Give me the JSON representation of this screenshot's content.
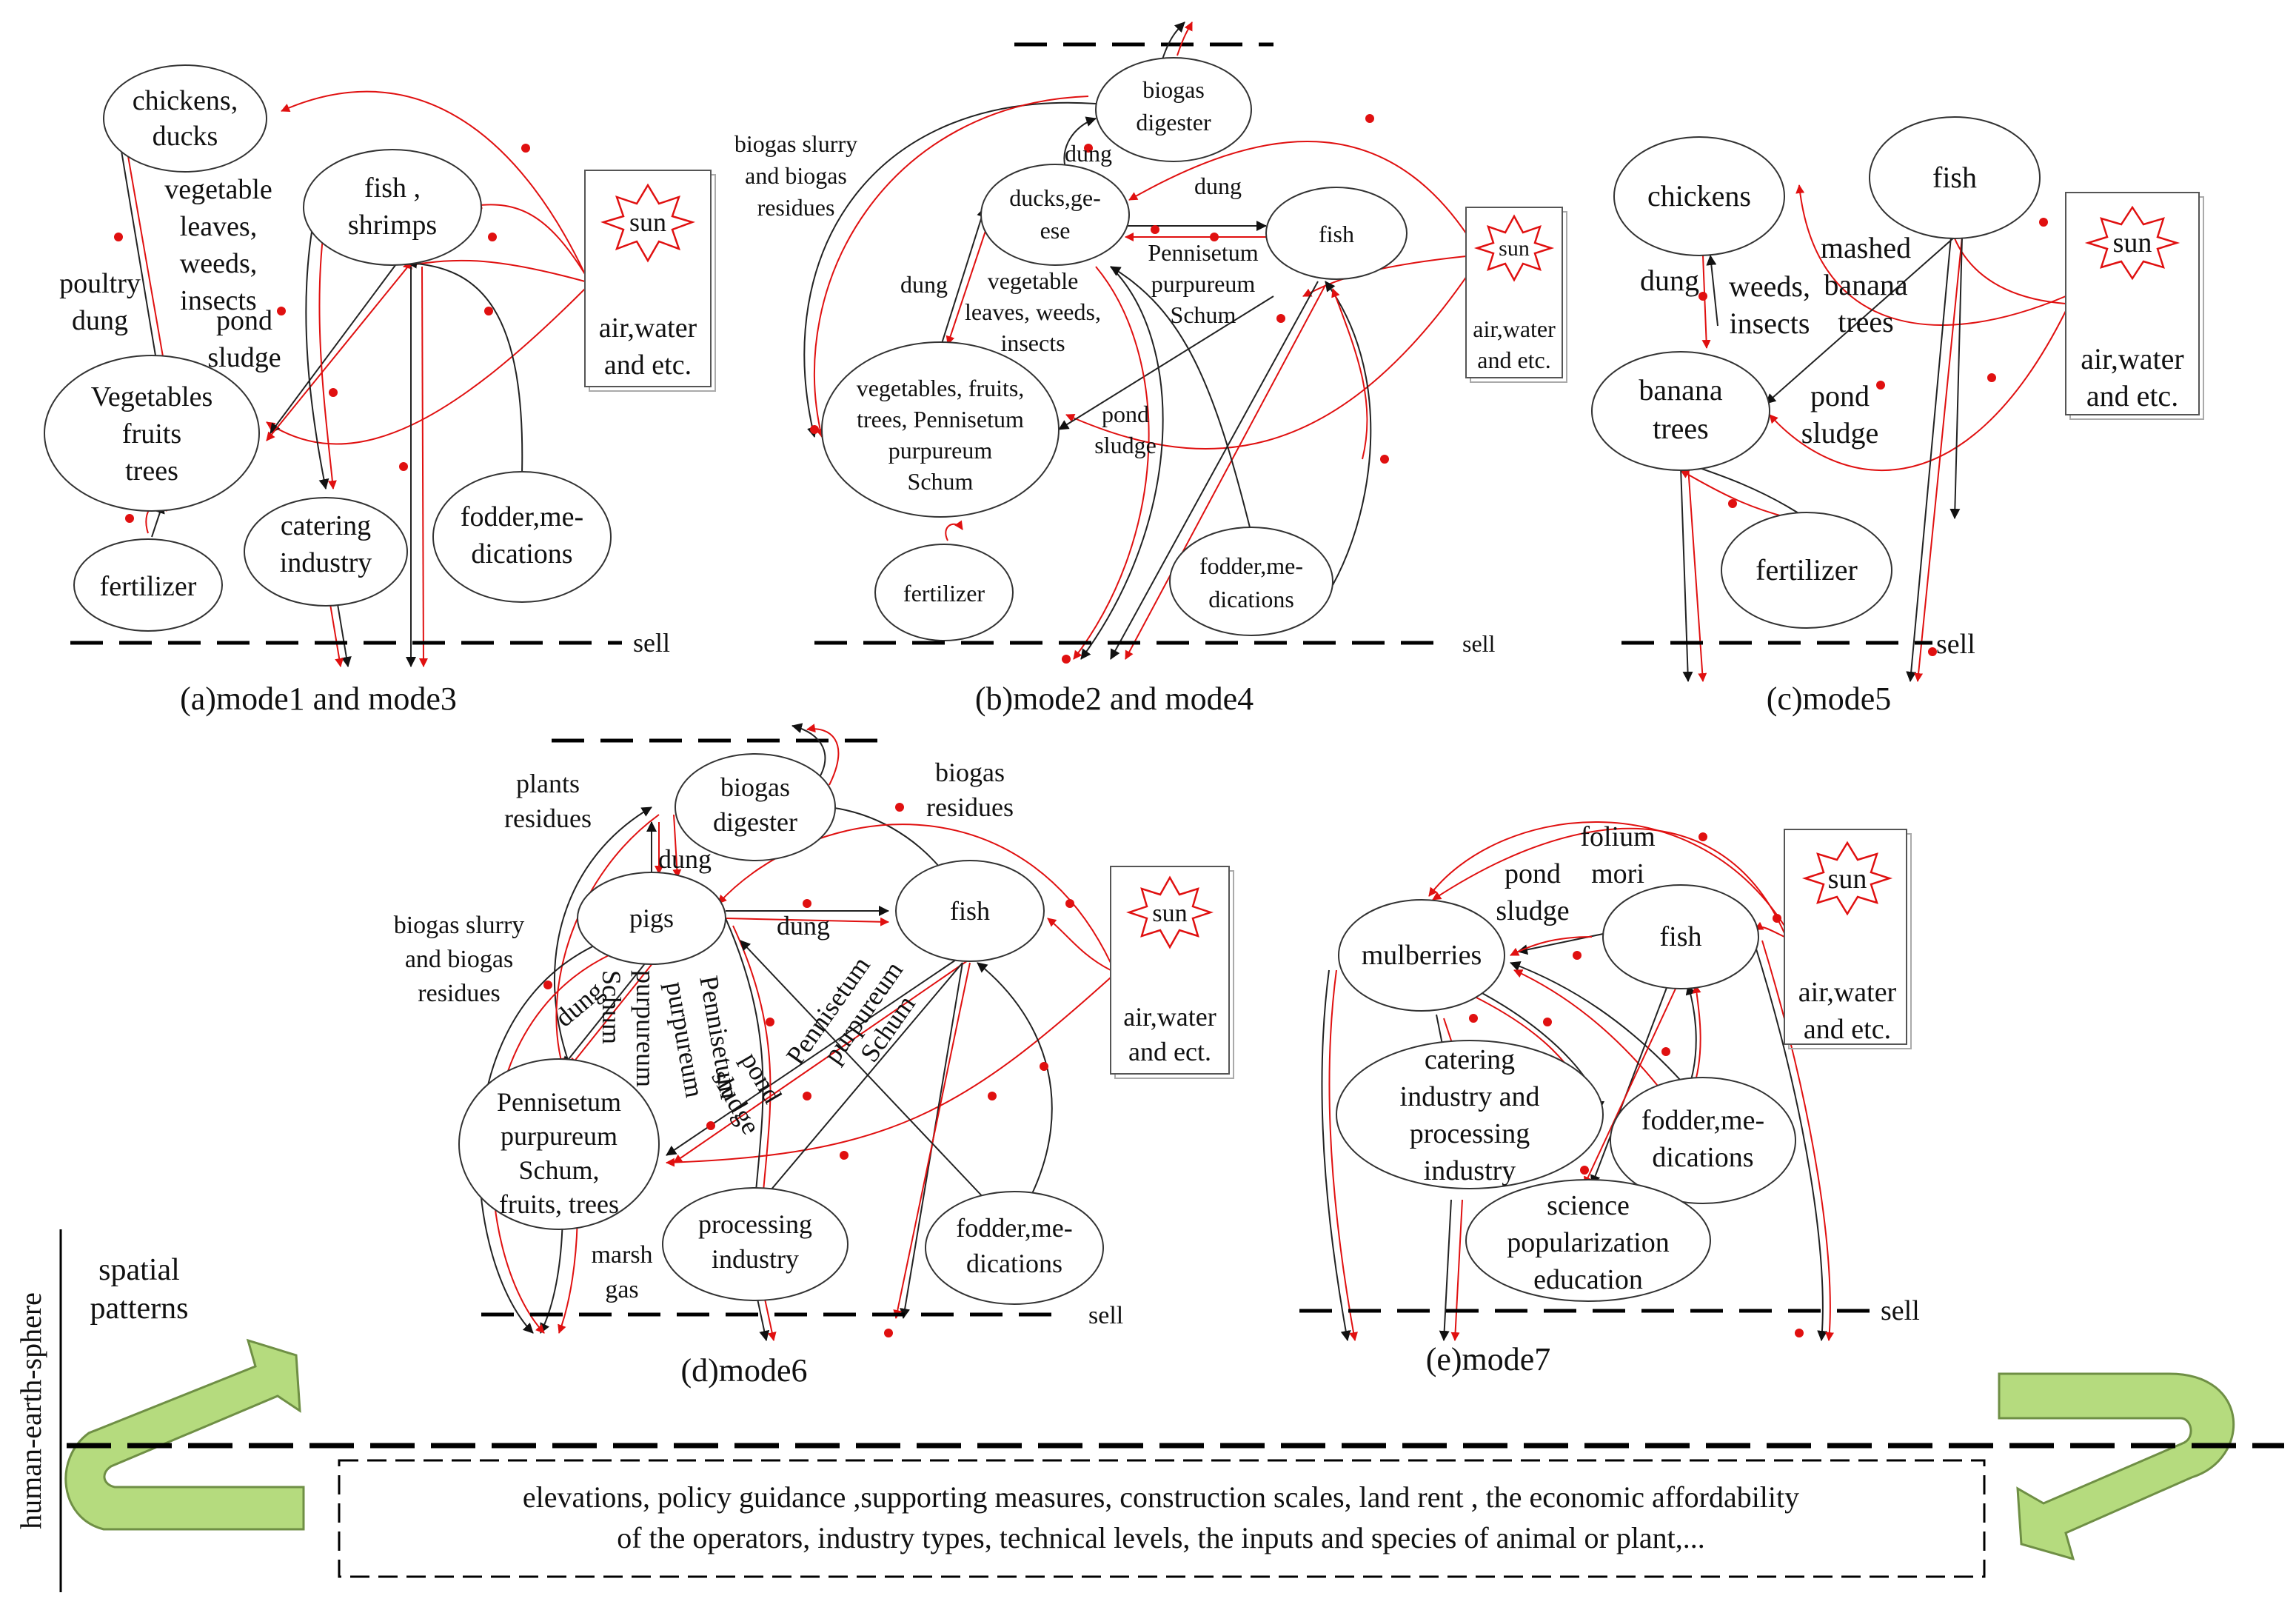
{
  "panels": [
    {
      "id": "a",
      "caption": "(a)mode1 and mode3",
      "nodes": [
        {
          "key": "chickens",
          "lines": [
            "chickens,",
            "ducks"
          ]
        },
        {
          "key": "fish",
          "lines": [
            "fish ,",
            "shrimps"
          ]
        },
        {
          "key": "veg",
          "lines": [
            "Vegetables",
            "fruits",
            "trees"
          ]
        },
        {
          "key": "fertilizer",
          "lines": [
            "fertilizer"
          ]
        },
        {
          "key": "catering",
          "lines": [
            "catering",
            "industry"
          ]
        },
        {
          "key": "fodder",
          "lines": [
            "fodder,me-",
            "dications"
          ]
        }
      ],
      "sun_box": {
        "sun": "sun",
        "lines": [
          "air,water",
          "and etc."
        ]
      },
      "labels": [
        {
          "key": "vegleaves",
          "lines": [
            "vegetable",
            "leaves,",
            "weeds,",
            "insects"
          ]
        },
        {
          "key": "poultry",
          "lines": [
            "poultry",
            "dung"
          ]
        },
        {
          "key": "pond",
          "lines": [
            "pond",
            "sludge"
          ]
        }
      ],
      "sell": "sell"
    },
    {
      "id": "b",
      "caption": "(b)mode2 and mode4",
      "nodes": [
        {
          "key": "biogas",
          "lines": [
            "biogas",
            "digester"
          ]
        },
        {
          "key": "ducks",
          "lines": [
            "ducks,ge-",
            "ese"
          ]
        },
        {
          "key": "fish",
          "lines": [
            "fish"
          ]
        },
        {
          "key": "veg",
          "lines": [
            "vegetables, fruits,",
            "trees, Pennisetum",
            "purpureum",
            "Schum"
          ]
        },
        {
          "key": "fertilizer",
          "lines": [
            "fertilizer"
          ]
        },
        {
          "key": "fodder",
          "lines": [
            "fodder,me-",
            "dications"
          ]
        }
      ],
      "sun_box": {
        "sun": "sun",
        "lines": [
          "air,water",
          "and etc."
        ]
      },
      "labels": [
        {
          "key": "slurry",
          "lines": [
            "biogas slurry",
            "and biogas",
            "residues"
          ]
        },
        {
          "key": "dung1",
          "lines": [
            "dung"
          ]
        },
        {
          "key": "dung2",
          "lines": [
            "dung"
          ]
        },
        {
          "key": "dung3",
          "lines": [
            "dung"
          ]
        },
        {
          "key": "vegleaves",
          "lines": [
            "vegetable",
            "leaves, weeds,",
            "insects"
          ]
        },
        {
          "key": "penn",
          "lines": [
            "Pennisetum",
            "purpureum",
            "Schum"
          ]
        },
        {
          "key": "pond",
          "lines": [
            "pond",
            "sludge"
          ]
        }
      ],
      "sell": "sell"
    },
    {
      "id": "c",
      "caption": "(c)mode5",
      "nodes": [
        {
          "key": "chickens",
          "lines": [
            "chickens"
          ]
        },
        {
          "key": "fish",
          "lines": [
            "fish"
          ]
        },
        {
          "key": "banana",
          "lines": [
            "banana",
            "trees"
          ]
        },
        {
          "key": "fertilizer",
          "lines": [
            "fertilizer"
          ]
        }
      ],
      "sun_box": {
        "sun": "sun",
        "lines": [
          "air,water",
          "and etc."
        ]
      },
      "labels": [
        {
          "key": "dung",
          "lines": [
            "dung"
          ]
        },
        {
          "key": "weeds",
          "lines": [
            "weeds,",
            "insects"
          ]
        },
        {
          "key": "mashed",
          "lines": [
            "mashed",
            "banana",
            "trees"
          ]
        },
        {
          "key": "pond",
          "lines": [
            "pond",
            "sludge"
          ]
        }
      ],
      "sell": "sell"
    },
    {
      "id": "d",
      "caption": "(d)mode6",
      "nodes": [
        {
          "key": "biogas",
          "lines": [
            "biogas",
            "digester"
          ]
        },
        {
          "key": "pigs",
          "lines": [
            "pigs"
          ]
        },
        {
          "key": "fish",
          "lines": [
            "fish"
          ]
        },
        {
          "key": "penn",
          "lines": [
            "Pennisetum",
            "purpureum",
            "Schum,",
            "fruits, trees"
          ]
        },
        {
          "key": "processing",
          "lines": [
            "processing",
            "industry"
          ]
        },
        {
          "key": "fodder",
          "lines": [
            "fodder,me-",
            "dications"
          ]
        }
      ],
      "sun_box": {
        "sun": "sun",
        "lines": [
          "air,water",
          "and ect."
        ]
      },
      "labels": [
        {
          "key": "plants",
          "lines": [
            "plants",
            "residues"
          ]
        },
        {
          "key": "residues",
          "lines": [
            "biogas",
            "residues"
          ]
        },
        {
          "key": "slurry",
          "lines": [
            "biogas slurry",
            "and biogas",
            "residues"
          ]
        },
        {
          "key": "dung1",
          "lines": [
            "dung"
          ]
        },
        {
          "key": "dung2",
          "lines": [
            "dung"
          ]
        },
        {
          "key": "dung3",
          "lines": [
            "dung"
          ]
        },
        {
          "key": "marsh",
          "lines": [
            "marsh",
            "gas"
          ]
        },
        {
          "key": "rot1",
          "lines": [
            "purpureum",
            "Schum"
          ]
        },
        {
          "key": "rot2",
          "lines": [
            "Pennisetum",
            "purpureum"
          ]
        },
        {
          "key": "rot3",
          "lines": [
            "Pennisetum",
            "purpureum",
            "Schum"
          ]
        },
        {
          "key": "rot4",
          "lines": [
            "pond",
            "sludge"
          ]
        }
      ],
      "sell": "sell"
    },
    {
      "id": "e",
      "caption": "(e)mode7",
      "nodes": [
        {
          "key": "mulberries",
          "lines": [
            "mulberries"
          ]
        },
        {
          "key": "fish",
          "lines": [
            "fish"
          ]
        },
        {
          "key": "catering",
          "lines": [
            "catering",
            "industry and",
            "processing",
            "industry"
          ]
        },
        {
          "key": "fodder",
          "lines": [
            "fodder,me-",
            "dications"
          ]
        },
        {
          "key": "science",
          "lines": [
            "science",
            "popularization",
            "education"
          ]
        }
      ],
      "sun_box": {
        "sun": "sun",
        "lines": [
          "air,water",
          "and etc."
        ]
      },
      "labels": [
        {
          "key": "folium",
          "lines": [
            "folium",
            "mori"
          ]
        },
        {
          "key": "pond",
          "lines": [
            "pond",
            "sludge"
          ]
        }
      ],
      "sell": "sell"
    }
  ],
  "side": {
    "vertical_label": "human-earth-sphere",
    "spatial": [
      "spatial",
      "patterns"
    ]
  },
  "factors": [
    "elevations,  policy guidance ,supporting measures, construction scales, land rent , the economic affordability",
    "of the operators, industry types, technical levels, the inputs and species of animal or plant,..."
  ],
  "colors": {
    "flow_red": "#e01010",
    "flow_black": "#222222",
    "arrow_green": "#b5db7e"
  }
}
